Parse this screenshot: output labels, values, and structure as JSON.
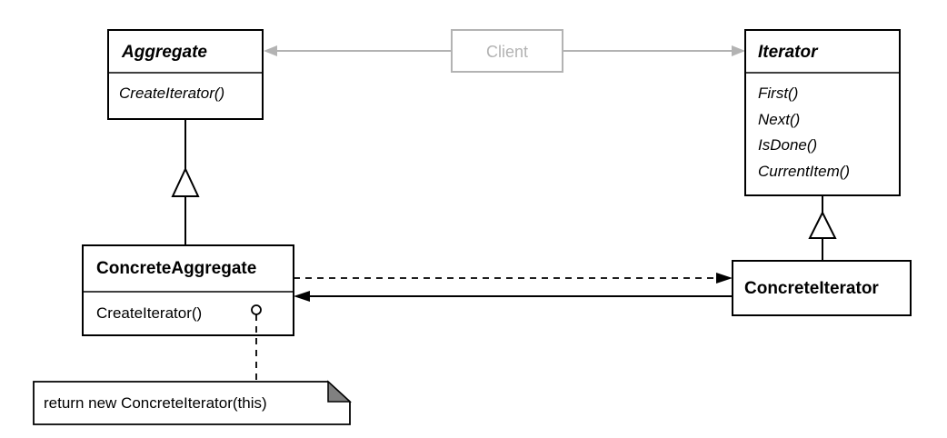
{
  "diagram": {
    "client": {
      "label": "Client"
    },
    "aggregate": {
      "name": "Aggregate",
      "operations": [
        "CreateIterator()"
      ]
    },
    "iterator": {
      "name": "Iterator",
      "operations": [
        "First()",
        "Next()",
        "IsDone()",
        "CurrentItem()"
      ]
    },
    "concrete_aggregate": {
      "name": "ConcreteAggregate",
      "operations": [
        "CreateIterator()"
      ]
    },
    "concrete_iterator": {
      "name": "ConcreteIterator"
    },
    "note": {
      "text": "return new ConcreteIterator(this)"
    },
    "colors": {
      "line": "#000000",
      "client": "#b3b3b3",
      "note_fold": "#808080"
    }
  }
}
